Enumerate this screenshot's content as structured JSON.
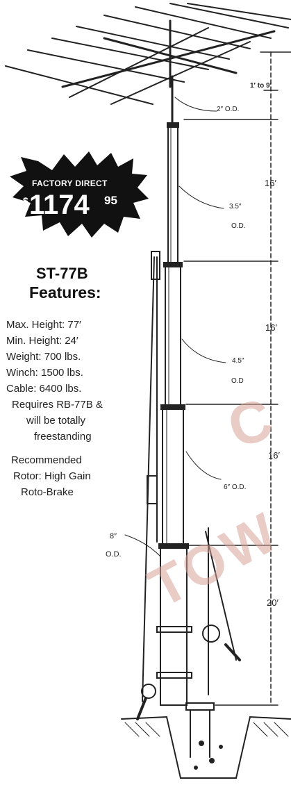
{
  "badge": {
    "label": "FACTORY DIRECT",
    "dollar": "$",
    "price": "1174",
    "cents": "95"
  },
  "product": {
    "model": "ST-77B",
    "heading": "Features:"
  },
  "features": [
    "Max. Height: 77′",
    "Min. Height: 24′",
    "Weight: 700 lbs.",
    "Winch: 1500 lbs.",
    "Cable: 6400 lbs."
  ],
  "requirement": [
    "Requires RB-77B &",
    "will be totally",
    "freestanding"
  ],
  "recommendation": [
    "Recommended",
    "Rotor: High Gain",
    "Roto-Brake"
  ],
  "dimensions": {
    "top_range": "1′ to 9′",
    "od_2": "2″ O.D.",
    "od_35_value": "3.5″",
    "od_35_unit": "O.D.",
    "od_45_value": "4.5″",
    "od_45_unit": "O.D",
    "od_6": "6″ O.D.",
    "od_8_value": "8″",
    "od_8_unit": "O.D.",
    "section_1": "16′",
    "section_2": "16′",
    "section_3": "16′",
    "section_4": "20′"
  },
  "watermark": [
    "C",
    "TOW"
  ],
  "colors": {
    "burst": "#111111",
    "ink": "#222222",
    "watermark": "#d9a39a"
  }
}
